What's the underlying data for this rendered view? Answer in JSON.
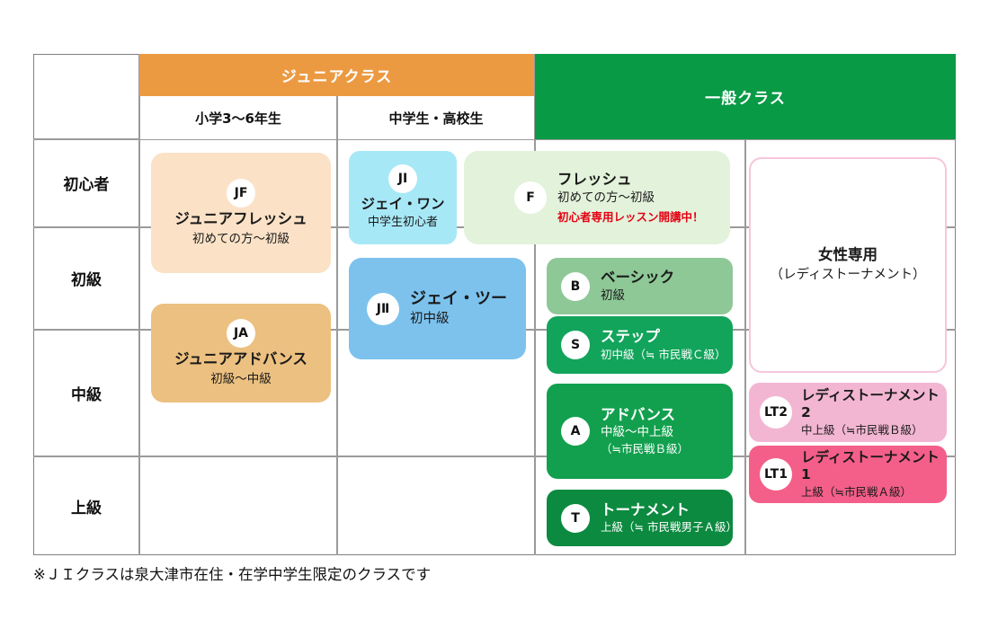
{
  "table": {
    "headers": {
      "junior": "ジュニアクラス",
      "junior_sub1": "小学3〜6年生",
      "junior_sub2": "中学生・高校生",
      "general": "一般クラス"
    },
    "rows": [
      "初心者",
      "初級",
      "中級",
      "上級"
    ]
  },
  "cards": {
    "jf": {
      "badge": "JF",
      "title": "ジュニアフレッシュ",
      "sub": "初めての方〜初級",
      "color": "#FBE2C7"
    },
    "ja": {
      "badge": "JA",
      "title": "ジュニアアドバンス",
      "sub": "初級〜中級",
      "color": "#ECC080"
    },
    "ji": {
      "badge": "JI",
      "title": "ジェイ・ワン",
      "sub": "中学生初心者",
      "color": "#A7E8F7"
    },
    "jii": {
      "badge": "JⅡ",
      "title": "ジェイ・ツー",
      "sub": "初中級",
      "color": "#7CC2ED"
    },
    "f": {
      "badge": "F",
      "title": "フレッシュ",
      "sub": "初めての方〜初級",
      "note": "初心者専用レッスン開講中！",
      "color": "#E3F2DB",
      "note_color": "#E50012"
    },
    "b": {
      "badge": "B",
      "title": "ベーシック",
      "sub": "初級",
      "color": "#8EC897"
    },
    "s": {
      "badge": "S",
      "title": "ステップ",
      "sub": "初中級（≒ 市民戦Ｃ級）",
      "color": "#12A45B"
    },
    "a": {
      "badge": "A",
      "title": "アドバンス",
      "sub": "中級〜中上級",
      "sub2": "（≒市民戦Ｂ級）",
      "color": "#12A04E"
    },
    "t": {
      "badge": "T",
      "title": "トーナメント",
      "sub": "上級（≒ 市民戦男子Ａ級）",
      "color": "#0C8A40"
    },
    "women": {
      "title": "女性専用",
      "sub": "（レディストーナメント）",
      "border_color": "#F6C6DB"
    },
    "lt2": {
      "badge": "LT2",
      "title": "レディストーナメント2",
      "sub": "中上級（≒市民戦Ｂ級）",
      "color": "#F2B6D2"
    },
    "lt1": {
      "badge": "LT1",
      "title": "レディストーナメント1",
      "sub": "上級（≒市民戦Ａ級）",
      "color": "#F35F88"
    }
  },
  "footer": {
    "note": "※ＪＩクラスは泉大津市在住・在学中学生限定のクラスです"
  },
  "colors": {
    "junior_header": "#EC9A42",
    "general_header": "#089A45",
    "grid_line": "#9A9A9A",
    "note_red": "#E50012"
  }
}
